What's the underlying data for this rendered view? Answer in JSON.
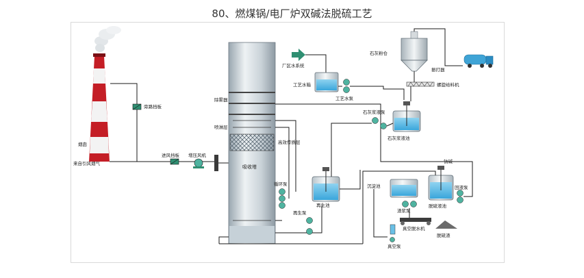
{
  "title": "80、燃煤锅/电厂炉双碱法脱硫工艺",
  "labels": {
    "chimney": "烟囱",
    "flue_gas_in": "来自引风烟气",
    "bypass_damper": "旁路挡板",
    "inlet_damper": "进风挡板",
    "booster_fan": "增压风机",
    "demister": "除雾器",
    "spray_layer": "喷淋层",
    "packing": "高效传质层",
    "absorber": "吸收塔",
    "circ_pump": "循环泵",
    "regen_pump": "再生泵",
    "regen_tank": "再生池",
    "plant_water": "厂区水系统",
    "process_tank": "工艺水箱",
    "process_pump": "工艺水泵",
    "lime_silo": "石灰粉仓",
    "vibrator": "振打器",
    "screw_feeder": "螺旋给料机",
    "lime_pump": "石灰浆液泵",
    "lime_tank": "石灰浆液池",
    "sedimentation": "沉淀池",
    "slurry_pump": "渣浆泵",
    "desulf_tank": "脱硫液池",
    "return_pump": "回液泵",
    "soda": "钠碱",
    "vacuum_filter": "真空脱水机",
    "vacuum_pump": "真空泵",
    "gypsum": "脱硫渣"
  }
}
